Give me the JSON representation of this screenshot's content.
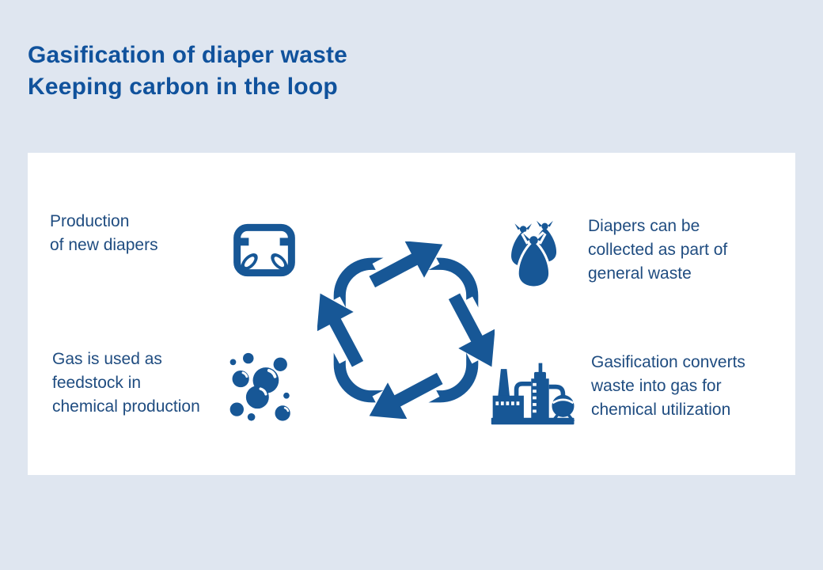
{
  "page": {
    "background_color": "#dfe6f0",
    "card_color": "#ffffff",
    "accent_blue": "#175796",
    "title_color": "#10529c",
    "label_color": "#1f4c80"
  },
  "title": {
    "line1": "Gasification of diaper waste",
    "line2": "Keeping carbon in the loop"
  },
  "cycle": {
    "icon": "recycle-loop-icon",
    "direction": "clockwise"
  },
  "items": [
    {
      "id": "production",
      "position": "top-left",
      "icon": "diaper-icon",
      "lines": [
        "Production",
        "of new diapers"
      ]
    },
    {
      "id": "collection",
      "position": "top-right",
      "icon": "waste-bags-icon",
      "lines": [
        "Diapers can be",
        "collected as part of",
        "general waste"
      ]
    },
    {
      "id": "feedstock",
      "position": "bottom-left",
      "icon": "gas-bubbles-icon",
      "lines": [
        "Gas is used as",
        "feedstock in",
        "chemical production"
      ]
    },
    {
      "id": "gasification",
      "position": "bottom-right",
      "icon": "factory-icon",
      "lines": [
        "Gasification converts",
        "waste into gas for",
        "chemical utilization"
      ]
    }
  ]
}
